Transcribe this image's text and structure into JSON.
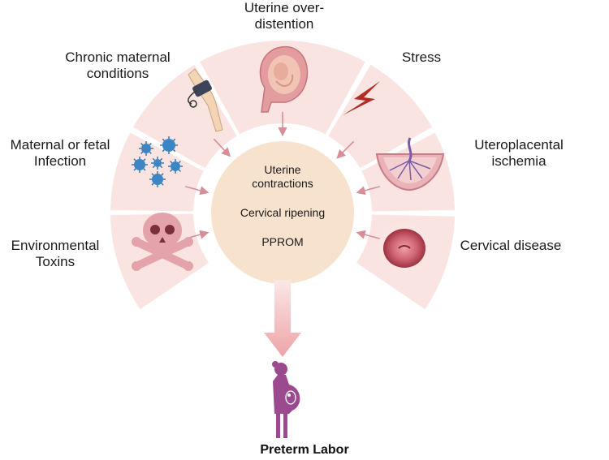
{
  "factors": [
    {
      "id": "uterine-overdistention",
      "label": "Uterine over-\ndistention",
      "icon": "pregnant-uterus-icon"
    },
    {
      "id": "chronic-maternal-conditions",
      "label": "Chronic maternal\nconditions",
      "icon": "blood-pressure-cuff-icon"
    },
    {
      "id": "stress",
      "label": "Stress",
      "icon": "lightning-bolt-icon"
    },
    {
      "id": "maternal-fetal-infection",
      "label": "Maternal or fetal\nInfection",
      "icon": "virus-icon"
    },
    {
      "id": "uteroplacental-ischemia",
      "label": "Uteroplacental\nischemia",
      "icon": "placenta-icon"
    },
    {
      "id": "environmental-toxins",
      "label": "Environmental\nToxins",
      "icon": "skull-crossbones-icon"
    },
    {
      "id": "cervical-disease",
      "label": "Cervical disease",
      "icon": "cervix-icon"
    }
  ],
  "center": {
    "line1": "Uterine\ncontractions",
    "line2": "Cervical ripening",
    "line3": "PPROM"
  },
  "outcome": {
    "label": "Preterm Labor",
    "icon": "pregnant-woman-icon"
  },
  "colors": {
    "segment_fill": "#f9e4e2",
    "center_fill": "#f6e2cd",
    "arrow": "#d88e96",
    "big_arrow": "#eda4a7",
    "woman": "#9c4a8f"
  }
}
